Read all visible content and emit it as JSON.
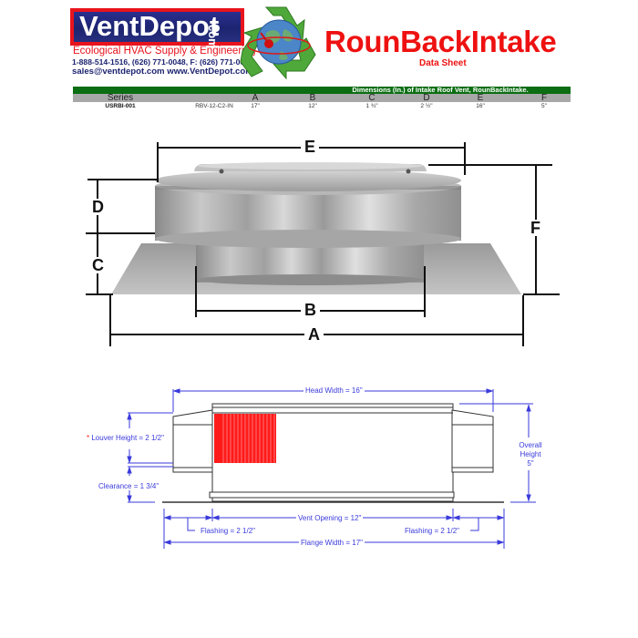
{
  "brand": {
    "name": "VentDepot",
    "tld": "com",
    "tagline": "Ecological HVAC Supply & Engineering",
    "phones": "1-888-514-1516, (626) 771-0048, F: (626) 771-0047",
    "contact": "sales@ventdepot.com  www.VentDepot.com",
    "colors": {
      "red": "#e8141d",
      "navy": "#1d2470",
      "green": "#0b6e12"
    }
  },
  "header": {
    "title": "RounBackIntake",
    "subtitle": "Data Sheet"
  },
  "table": {
    "caption": "Dimensions (In.) of Intake Roof Vent, RounBackIntake.",
    "columns": [
      "Series",
      "A",
      "B",
      "C",
      "D",
      "E",
      "F"
    ],
    "rows": [
      {
        "series": "USRBI-001",
        "model": "RBV-12-C2-IN",
        "A": "17\"",
        "B": "12\"",
        "C": "1 ¾\"",
        "D": "2 ½\"",
        "E": "16\"",
        "F": "5\""
      }
    ]
  },
  "photo_diagram": {
    "labels": {
      "A": "A",
      "B": "B",
      "C": "C",
      "D": "D",
      "E": "E",
      "F": "F"
    }
  },
  "technical_drawing": {
    "head_width": "Head Width = 16\"",
    "louver_marker": "*",
    "louver_height": "Louver Height = 2 1/2\"",
    "clearance": "Clearance = 1 3/4\"",
    "overall_height_line1": "Overall",
    "overall_height_line2": "Height",
    "overall_height_value": "5\"",
    "vent_opening": "Vent Opening = 12\"",
    "flashing_left": "Flashing = 2 1/2\"",
    "flashing_right": "Flashing = 2 1/2\"",
    "flange_width": "Flange Width = 17\"",
    "colors": {
      "dimension": "#3a3adc",
      "louver": "#ff1a1a",
      "outline": "#333333"
    }
  }
}
